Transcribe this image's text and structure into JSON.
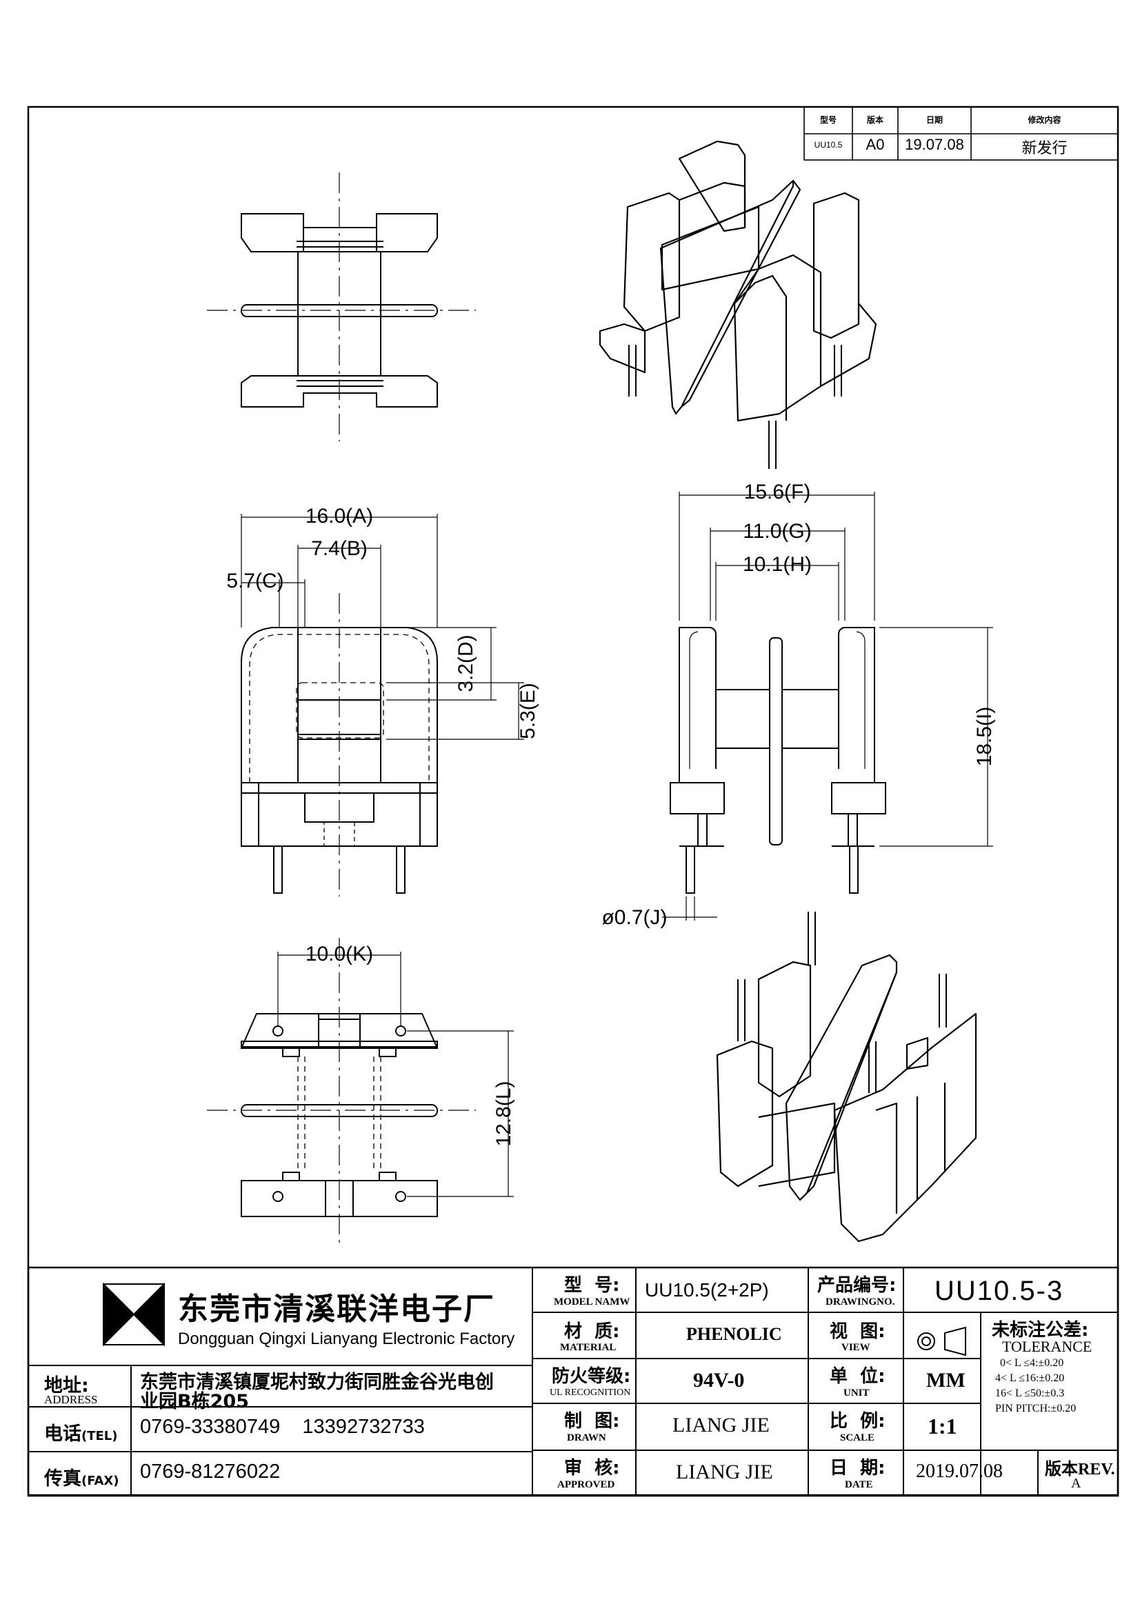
{
  "revision_table": {
    "headers": [
      "型号",
      "版本",
      "日期",
      "修改内容"
    ],
    "row": [
      "UU10.5",
      "A0",
      "19.07.08",
      "新发行"
    ]
  },
  "dimensions": {
    "A": "16.0(A)",
    "B": "7.4(B)",
    "C": "5.7(C)",
    "D": "3.2(D)",
    "E": "5.3(E)",
    "F": "15.6(F)",
    "G": "11.0(G)",
    "H": "10.1(H)",
    "I": "18.5(I)",
    "J": "ø0.7(J)",
    "K": "10.0(K)",
    "L": "12.8(L)"
  },
  "company": {
    "name_cn": "东莞市清溪联洋电子厂",
    "name_en": "Dongguan Qingxi Lianyang Electronic Factory"
  },
  "contact": {
    "address_label": "地址:",
    "address_label_en": "ADDRESS",
    "address_line1": "东莞市清溪镇厦坭村致力街同胜金谷光电创",
    "address_line2": "业园B栋205",
    "tel_label": "电话",
    "tel_label_en": "(TEL)",
    "tel_value": "0769-33380749    13392732733",
    "fax_label": "传真",
    "fax_label_en": "(FAX)",
    "fax_value": "0769-81276022"
  },
  "spec": {
    "model_label": "型  号:",
    "model_label_en": "MODEL NAMW",
    "model_value": "UU10.5(2+2P)",
    "material_label": "材  质:",
    "material_label_en": "MATERIAL",
    "material_value": "PHENOLIC",
    "ul_label": "防火等级:",
    "ul_label_en": "UL RECOGNITION",
    "ul_value": "94V-0",
    "drawn_label": "制  图:",
    "drawn_label_en": "DRAWN",
    "drawn_value": "LIANG JIE",
    "approved_label": "审  核:",
    "approved_label_en": "APPROVED",
    "approved_value": "LIANG JIE",
    "drawing_no_label": "产品编号:",
    "drawing_no_label_en": "DRAWINGNO.",
    "drawing_no_value": "UU10.5-3",
    "view_label": "视  图:",
    "view_label_en": "VIEW",
    "unit_label": "单  位:",
    "unit_label_en": "UNIT",
    "unit_value": "MM",
    "scale_label": "比  例:",
    "scale_label_en": "SCALE",
    "scale_value": "1:1",
    "date_label": "日  期:",
    "date_label_en": "DATE",
    "date_value": "2019.07.08",
    "rev_label": "版本REV.",
    "rev_value": "A"
  },
  "tolerance": {
    "title_cn": "未标注公差:",
    "title_en": "TOLERANCE",
    "lines": [
      "0< L ≤4:±0.20",
      "4< L ≤16:±0.20",
      "16< L ≤50:±0.3",
      "PIN PITCH:±0.20"
    ]
  }
}
